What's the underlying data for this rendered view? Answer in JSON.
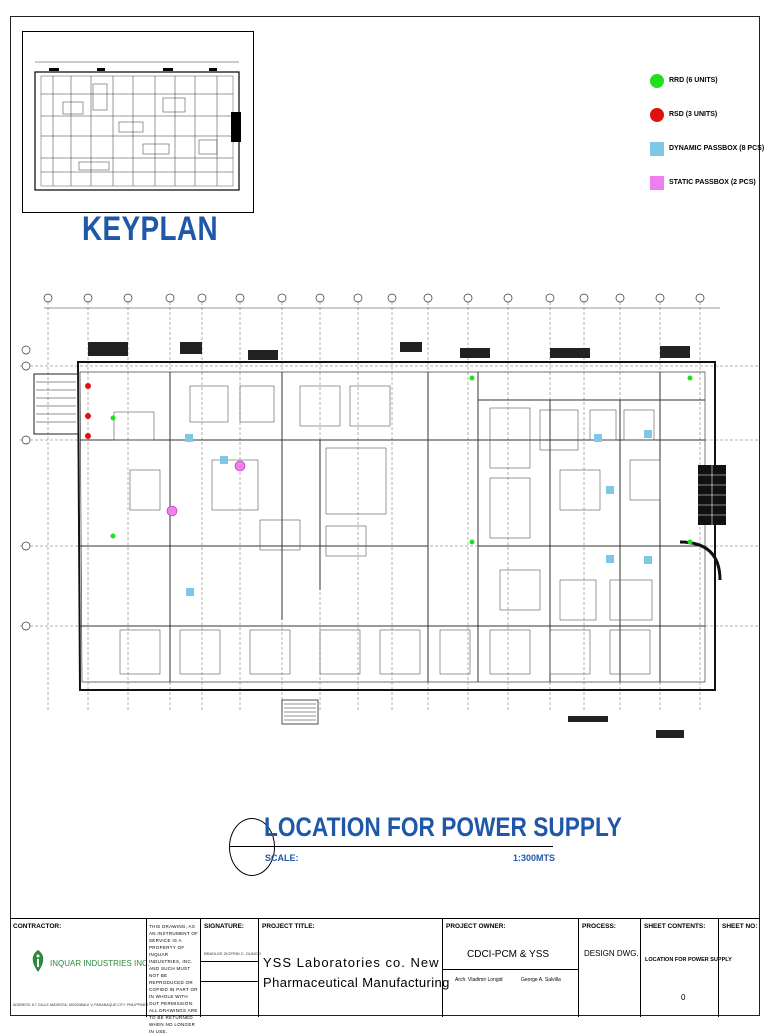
{
  "keyplan": {
    "title": "KEYPLAN"
  },
  "legend": [
    {
      "label": "RRD (6 UNITS)",
      "color": "#1fe01f",
      "shape": "circle"
    },
    {
      "label": "RSD (3 UNITS)",
      "color": "#e01010",
      "shape": "circle"
    },
    {
      "label": "DYNAMIC PASSBOX (8 PCS)",
      "color": "#7ec8e6",
      "shape": "square"
    },
    {
      "label": "STATIC PASSBOX (2 PCS)",
      "color": "#f07ef0",
      "shape": "square"
    }
  ],
  "drawing": {
    "title": "LOCATION FOR POWER SUPPLY",
    "scale_label": "SCALE:",
    "scale_value": "1:300MTS"
  },
  "title_block": {
    "contractor_header": "CONTRACTOR:",
    "contractor_name": "INQUAR INDUSTRIES INC.",
    "contractor_address": "ADDRESS: 8 7 CALLE ANDROSA, MOONWALK V, PARANAQUE CITY, PHILIPPINES",
    "disclaimer": "THIS DRAWING, AS AN INSTRUMENT OF SERVICE IS A PROPERTY OF INQUAR INDUSTRIES, INC. AND SUCH MUST NOT BE REPRODUCED OR COPIED IN PART OR IN WHOLE WITH OUT PERMISSION. ALL DRAWINGS ARE TO BE RETURNED WHEN NO LONGER IN USE.",
    "signature_header": "SIGNATURE:",
    "signature_name": "BRADLEE ZIGFRID C. DUNGO",
    "project_title_header": "PROJECT TITLE:",
    "project_title_line1": "YSS Laboratories co. New",
    "project_title_line2": "Pharmaceutical Manufacturing",
    "owner_header": "PROJECT OWNER:",
    "owner_name": "CDCI-PCM & YSS",
    "owner_rep1": "Arch. Vladimir Longid",
    "owner_rep2": "George A. Salvilla",
    "process_header": "PROCESS:",
    "process_value": "DESIGN DWG.",
    "contents_header": "SHEET CONTENTS:",
    "contents_value": "LOCATION FOR POWER SUPPLY",
    "sheet_no_header": "SHEET NO:",
    "revision": "0"
  }
}
